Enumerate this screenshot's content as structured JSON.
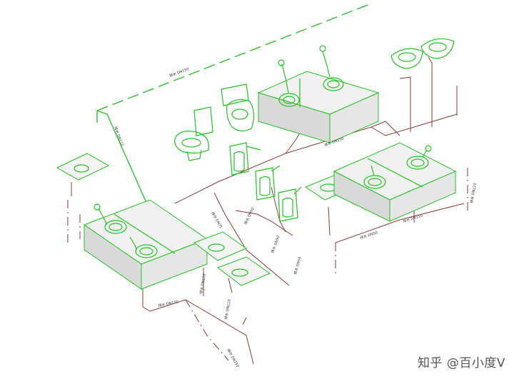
{
  "labels": {
    "main_drain": "排水 DN150",
    "upper_riser": "排水 DN110",
    "squat_branch": "排水 DN150",
    "urinal_riser_1": "排水 DN75",
    "urinal_riser_2": "排水 DN50",
    "urinal_riser_3": "排水 DN50",
    "urinal_riser_4": "排水 DN50",
    "right_branch_1": "排水 DN50",
    "right_branch_2": "排水 DN110",
    "right_riser": "排水 DN110",
    "lower_main": "排水 DN150",
    "lower_riser_1": "排水 DN110",
    "lower_riser_2": "排水 DN110",
    "bottom_outlet": "排水 DN150"
  },
  "watermark": "知乎 @百小度V",
  "colors": {
    "fixture": "#22c322",
    "pipe": "#8a3a3a",
    "box": "#e0e0e0"
  }
}
